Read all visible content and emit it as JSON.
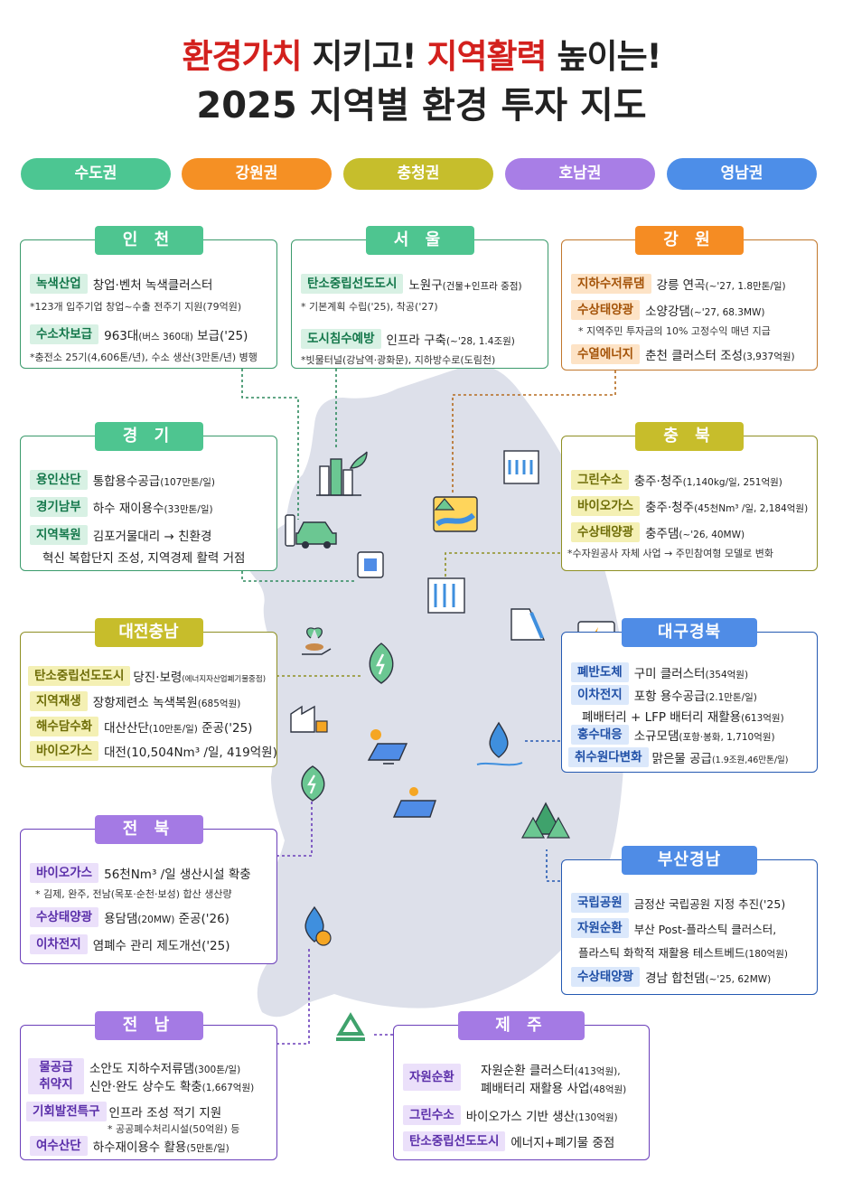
{
  "title": {
    "line1_red1": "환경가치",
    "line1_black1": " 지키고! ",
    "line1_red2": "지역활력",
    "line1_black2": " 높이는!",
    "line2": "2025 지역별 환경 투자 지도"
  },
  "legend": [
    {
      "label": "수도권",
      "color": "#4cc692"
    },
    {
      "label": "강원권",
      "color": "#f59024"
    },
    {
      "label": "충청권",
      "color": "#c6be2c"
    },
    {
      "label": "호남권",
      "color": "#a87ee6"
    },
    {
      "label": "영남권",
      "color": "#4d8ee8"
    }
  ],
  "colors": {
    "map": "#dde0ea",
    "title_red": "#d3201d"
  },
  "regions": {
    "incheon": {
      "name": "인 천",
      "r1_tag": "녹색산업",
      "r1_text": "창업·벤처 녹색클러스터",
      "r1_note": "*123개 입주기업 창업~수출 전주기 지원(79억원)",
      "r2_tag": "수소차보급",
      "r2_text_a": "963대",
      "r2_text_b": "(버스 360대)",
      "r2_text_c": " 보급('25)",
      "r2_note": "*충전소 25기(4,606톤/년), 수소 생산(3만톤/년) 병행"
    },
    "seoul": {
      "name": "서 울",
      "r1_tag": "탄소중립선도도시",
      "r1_text": "노원구",
      "r1_small": "(건물+인프라 중점)",
      "r1_note": "* 기본계획 수립('25), 착공('27)",
      "r2_tag": "도시침수예방",
      "r2_text": "인프라 구축",
      "r2_small": "(~'28, 1.4조원)",
      "r2_note": "*빗물터널(강남역·광화문), 지하방수로(도림천)"
    },
    "gangwon": {
      "name": "강 원",
      "r1_tag": "지하수저류댐",
      "r1_text": "강릉 연곡",
      "r1_small": "(~'27, 1.8만톤/일)",
      "r2_tag": "수상태양광",
      "r2_text": "소양강댐",
      "r2_small": "(~'27, 68.3MW)",
      "r2_note": "* 지역주민 투자금의 10% 고정수익 매년 지급",
      "r3_tag": "수열에너지",
      "r3_text": "춘천 클러스터 조성",
      "r3_small": "(3,937억원)"
    },
    "gyeonggi": {
      "name": "경 기",
      "r1_tag": "용인산단",
      "r1_text": "통합용수공급",
      "r1_small": "(107만톤/일)",
      "r2_tag": "경기남부",
      "r2_text": "하수 재이용수",
      "r2_small": "(33만톤/일)",
      "r3_tag": "지역복원",
      "r3_text": "김포거물대리 → 친환경",
      "r3_cont": "혁신 복합단지 조성, 지역경제 활력 거점"
    },
    "chungbuk": {
      "name": "충 북",
      "r1_tag": "그린수소",
      "r1_text": "충주·청주",
      "r1_small": "(1,140kg/일, 251억원)",
      "r2_tag": "바이오가스",
      "r2_text": "충주·청주",
      "r2_small": "(45천Nm³ /일, 2,184억원)",
      "r3_tag": "수상태양광",
      "r3_text": "충주댐",
      "r3_small": "(~'26, 40MW)",
      "r3_note": "*수자원공사 자체 사업 → 주민참여형 모델로 변화"
    },
    "daejeon": {
      "name": "대전충남",
      "r1_tag": "탄소중립선도도시",
      "r1_text": "당진·보령",
      "r1_small": "(에너지자산업폐기물중점)",
      "r2_tag": "지역재생",
      "r2_text": "장항제련소 녹색복원",
      "r2_small": "(685억원)",
      "r3_tag": "해수담수화",
      "r3_text": "대산산단",
      "r3_small": "(10만톤/일)",
      "r3_tail": " 준공('25)",
      "r4_tag": "바이오가스",
      "r4_text": "대전(10,504Nm³ /일, 419억원)"
    },
    "daegu": {
      "name": "대구경북",
      "r1_tag": "폐반도체",
      "r1_text": "구미 클러스터",
      "r1_small": "(354억원)",
      "r2_tag": "이차전지",
      "r2_text": "포항 용수공급",
      "r2_small": "(2.1만톤/일)",
      "r2_cont": "폐배터리 + LFP 배터리 재활용",
      "r2_cont_small": "(613억원)",
      "r3_tag": "홍수대응",
      "r3_text": "소규모댐",
      "r3_small": "(포항·봉화, 1,710억원)",
      "r4_tag": "취수원다변화",
      "r4_text": "맑은물 공급",
      "r4_small": "(1.9조원,46만톤/일)"
    },
    "jeonbuk": {
      "name": "전 북",
      "r1_tag": "바이오가스",
      "r1_text": "56천Nm³ /일 생산시설 확충",
      "r1_note": "* 김제, 완주, 전남(목포·순천·보성) 합산 생산량",
      "r2_tag": "수상태양광",
      "r2_text": "용담댐",
      "r2_small": "(20MW)",
      "r2_tail": " 준공('26)",
      "r3_tag": "이차전지",
      "r3_text": "염폐수 관리 제도개선('25)"
    },
    "busan": {
      "name": "부산경남",
      "r1_tag": "국립공원",
      "r1_text": "금정산 국립공원 지정 추진('25)",
      "r2_tag": "자원순환",
      "r2_text": "부산 Post-플라스틱 클러스터,",
      "r2_cont": "플라스틱 화학적 재활용 테스트베드",
      "r2_cont_small": "(180억원)",
      "r3_tag": "수상태양광",
      "r3_text": "경남 합천댐",
      "r3_small": "(~'25, 62MW)"
    },
    "jeonnam": {
      "name": "전 남",
      "r1_tag_a": "물공급",
      "r1_tag_b": "취약지",
      "r1_text": "소안도 지하수저류댐",
      "r1_small": "(300톤/일)",
      "r1_text2": "신안·완도 상수도 확충",
      "r1_small2": "(1,667억원)",
      "r2_tag": "기회발전특구",
      "r2_text": "인프라 조성 적기 지원",
      "r2_note": "* 공공폐수처리시설(50억원) 등",
      "r3_tag": "여수산단",
      "r3_text": "하수재이용수 활용",
      "r3_small": "(5만톤/일)"
    },
    "jeju": {
      "name": "제 주",
      "r1_tag": "자원순환",
      "r1_text": "자원순환 클러스터",
      "r1_small": "(413억원),",
      "r1_text2": "폐배터리 재활용 사업",
      "r1_small2": "(48억원)",
      "r2_tag": "그린수소",
      "r2_text": "바이오가스 기반 생산",
      "r2_small": "(130억원)",
      "r3_tag": "탄소중립선도도시",
      "r3_text": "에너지+폐기물 중점"
    }
  }
}
